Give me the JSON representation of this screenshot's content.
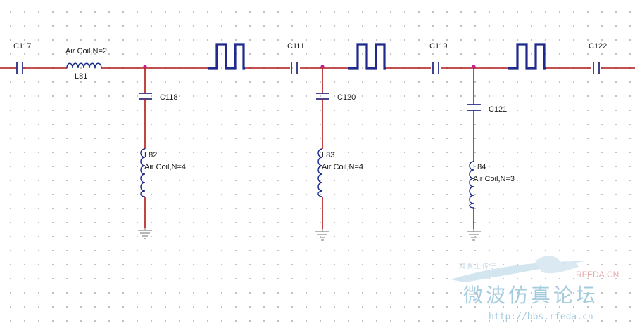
{
  "components": {
    "c117": "C117",
    "l81_desc": "Air Coil,N=2",
    "l81": "L81",
    "c111": "C111",
    "c119": "C119",
    "c122": "C122",
    "c118": "C118",
    "c120": "C120",
    "c121": "C121",
    "l82": "L82",
    "l82_desc": "Air Coil,N=4",
    "l83": "L83",
    "l83_desc": "Air Coil,N=4",
    "l84": "L84",
    "l84_desc": "Air Coil,N=3"
  },
  "watermark": {
    "small_text": "网友上传于",
    "brand": "RFEDA.CN",
    "chinese": "微波仿真论坛",
    "url": "http://bbs.rfeda.cn"
  },
  "colors": {
    "wire": "#b01818",
    "component": "#1f2a8a",
    "junction": "#c02090",
    "ground": "#8a8a8a"
  }
}
